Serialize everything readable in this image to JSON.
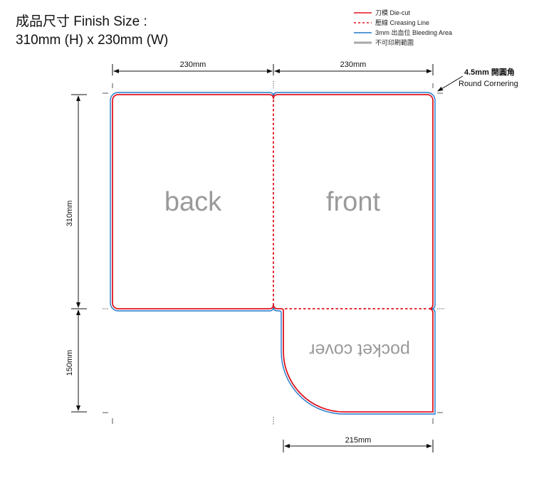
{
  "title": {
    "line1": "成品尺寸 Finish Size :",
    "line2": "310mm (H) x 230mm (W)"
  },
  "legend": [
    {
      "label": "刀模  Die-cut",
      "color": "#e0141e",
      "style": "solid"
    },
    {
      "label": "壓線  Creasing Line",
      "color": "#e0141e",
      "style": "dashed"
    },
    {
      "label": "3mm 出血位 Bleeding Area",
      "color": "#1f78c8",
      "style": "solid"
    },
    {
      "label": "不可印刷範圍",
      "color": "#a8a8a8",
      "style": "thick"
    }
  ],
  "annotation": {
    "line1": "4.5mm 開圓角",
    "line2": "Round Cornering"
  },
  "dimensions": {
    "top_left_width": "230mm",
    "top_right_width": "230mm",
    "height_main": "310mm",
    "height_pocket": "150mm",
    "pocket_width": "215mm"
  },
  "panels": {
    "back": "back",
    "front": "front",
    "pocket": "pocket cover"
  }
}
